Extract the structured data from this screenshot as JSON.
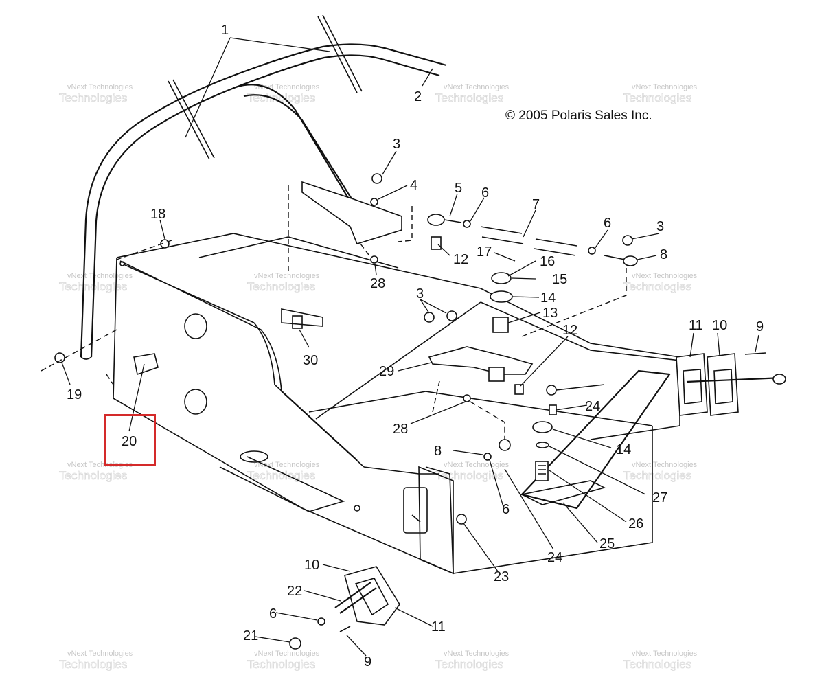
{
  "copyright": "© 2005 Polaris Sales Inc.",
  "watermark": {
    "line1": "vNext Technologies",
    "line2": "Technologies"
  },
  "callouts": [
    "1",
    "2",
    "3",
    "4",
    "5",
    "6",
    "7",
    "6",
    "3",
    "8",
    "18",
    "17",
    "16",
    "15",
    "14",
    "13",
    "12",
    "12",
    "28",
    "30",
    "3",
    "29",
    "28",
    "11",
    "10",
    "9",
    "19",
    "20",
    "24",
    "14",
    "8",
    "27",
    "26",
    "25",
    "6",
    "24",
    "23",
    "10",
    "22",
    "11",
    "6",
    "21",
    "9"
  ],
  "highlight": {
    "label": "20",
    "color": "#d42a2a"
  }
}
